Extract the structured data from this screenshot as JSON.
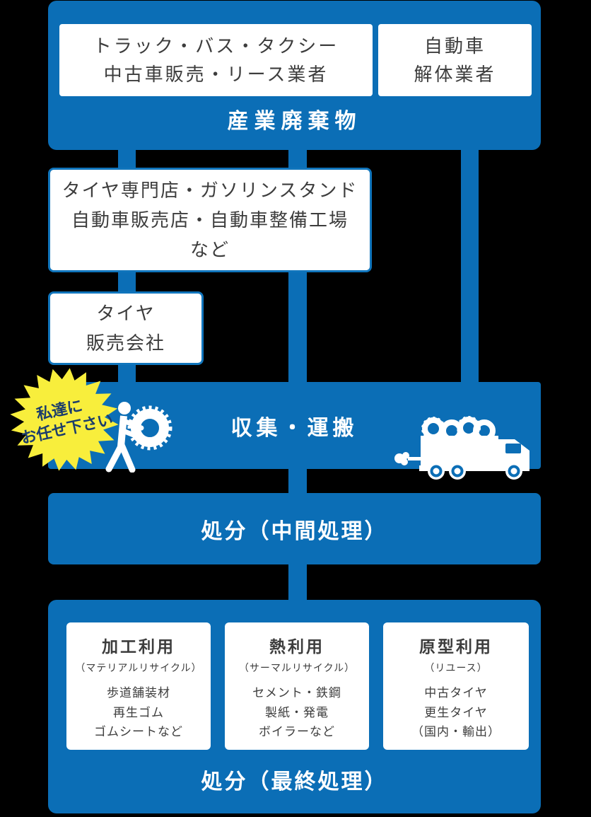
{
  "colors": {
    "blue": "#0b6eb6",
    "border_blue": "#1075bc",
    "background": "#000000",
    "box_text": "#3d3d3d",
    "star_yellow": "#f8ee3c",
    "star_text": "#1c3d6b"
  },
  "industrial_waste": {
    "label": "産業廃棄物",
    "sources": [
      {
        "line1": "トラック・バス・タクシー",
        "line2": "中古車販売・リース業者"
      },
      {
        "line1": "自動車",
        "line2": "解体業者"
      }
    ]
  },
  "dealers": {
    "line1": "タイヤ専門店・ガソリンスタンド",
    "line2": "自動車販売店・自動車整備工場",
    "line3": "など"
  },
  "tire_sales": {
    "line1": "タイヤ",
    "line2": "販売会社"
  },
  "collection": {
    "label": "収集・運搬",
    "badge": {
      "line1": "私達に",
      "line2": "お任せ下さい"
    },
    "icons": [
      "person-rolling-tire-icon",
      "tire-truck-icon"
    ]
  },
  "intermediate": {
    "label": "処分（中間処理）"
  },
  "final": {
    "label": "処分（最終処理）",
    "methods": [
      {
        "title": "加工利用",
        "subtitle": "（マテリアルリサイクル）",
        "items": [
          "歩道舗装材",
          "再生ゴム",
          "ゴムシートなど"
        ]
      },
      {
        "title": "熱利用",
        "subtitle": "（サーマルリサイクル）",
        "items": [
          "セメント・鉄鋼",
          "製紙・発電",
          "ボイラーなど"
        ]
      },
      {
        "title": "原型利用",
        "subtitle": "（リユース）",
        "items": [
          "中古タイヤ",
          "更生タイヤ",
          "（国内・輸出）"
        ]
      }
    ]
  }
}
